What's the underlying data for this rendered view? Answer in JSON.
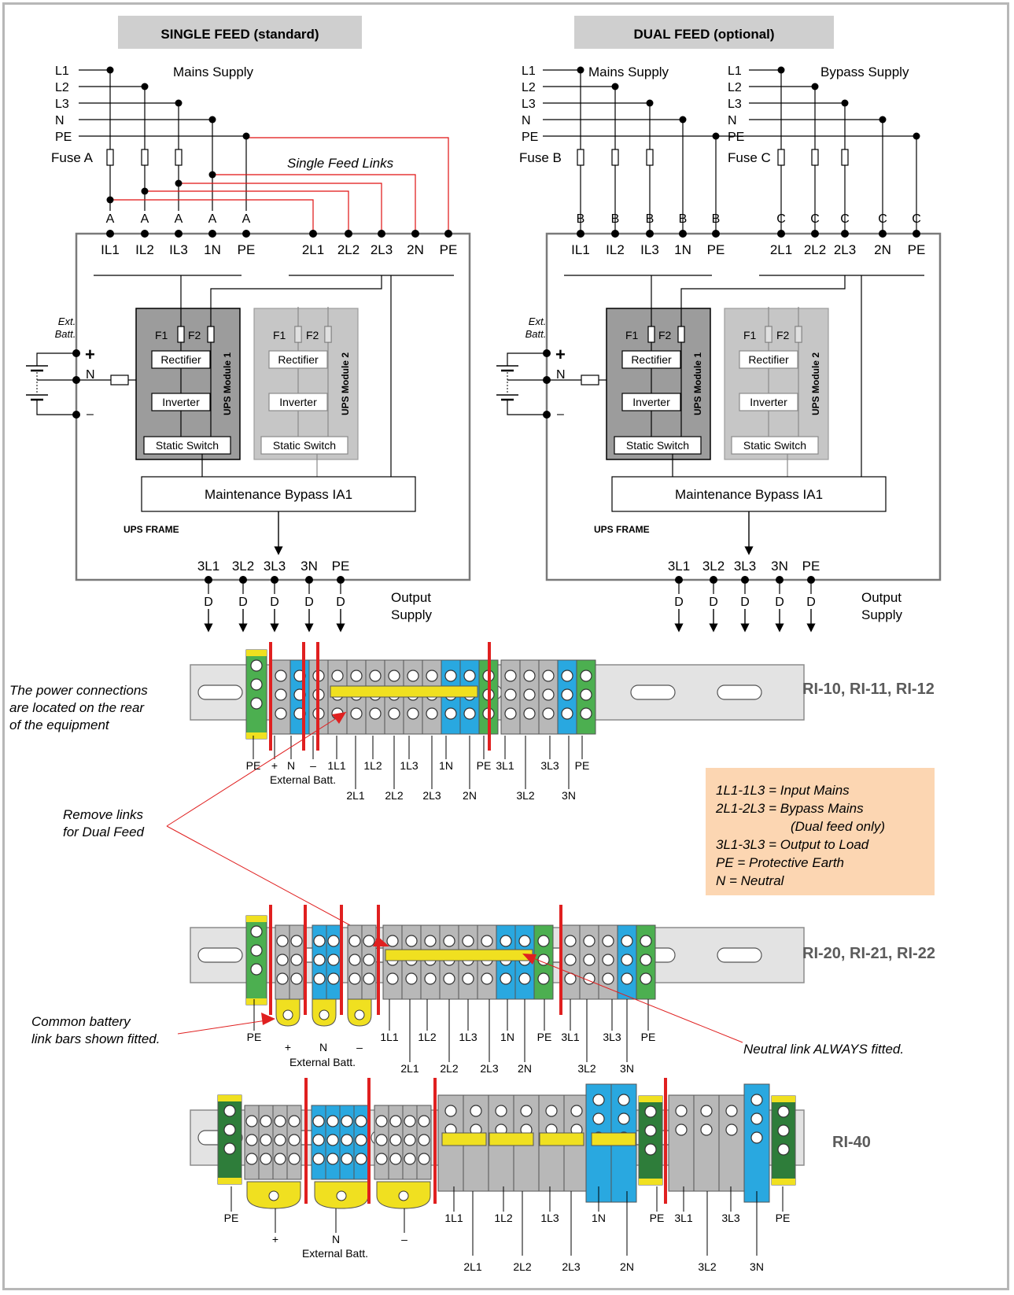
{
  "single": {
    "header": "SINGLE FEED (standard)",
    "supply": "Mains Supply",
    "lines": [
      "L1",
      "L2",
      "L3",
      "N",
      "PE"
    ],
    "fuse": "Fuse A",
    "links": "Single Feed Links",
    "tag": "A",
    "terms_in": [
      "IL1",
      "IL2",
      "IL3",
      "1N",
      "PE"
    ],
    "terms_byp": [
      "2L1",
      "2L2",
      "2L3",
      "2N",
      "PE"
    ]
  },
  "dual": {
    "header": "DUAL FEED (optional)",
    "supply_mains": "Mains Supply",
    "supply_bypass": "Bypass  Supply",
    "lines": [
      "L1",
      "L2",
      "L3",
      "N",
      "PE"
    ],
    "lines_byp": [
      "L1",
      "L2",
      "L3",
      "N",
      "PE"
    ],
    "fuse_b": "Fuse B",
    "fuse_c": "Fuse C",
    "tag_b": "B",
    "tag_c": "C",
    "terms_in": [
      "IL1",
      "IL2",
      "IL3",
      "1N",
      "PE"
    ],
    "terms_byp": [
      "2L1",
      "2L2",
      "2L3",
      "2N",
      "PE"
    ]
  },
  "frame": {
    "ext1": "Ext.",
    "ext2": "Batt.",
    "plus": "+",
    "n": "N",
    "minus": "–",
    "f1": "F1",
    "f2": "F2",
    "rectifier": "Rectifier",
    "inverter": "Inverter",
    "static_switch": "Static Switch",
    "module1": "UPS Module 1",
    "module2": "UPS Module 2",
    "bypass": "Maintenance Bypass  IA1",
    "label": "UPS FRAME",
    "out_terms": [
      "3L1",
      "3L2",
      "3L3",
      "3N",
      "PE"
    ],
    "out_tag": "D",
    "out1": "Output",
    "out2": "Supply"
  },
  "rails": {
    "rail1_title": "RI-10, RI-11, RI-12",
    "rail2_title": "RI-20, RI-21, RI-22",
    "rail3_title": "RI-40",
    "rear_note": [
      "The power connections",
      "are located on the rear",
      "of the equipment"
    ],
    "remove_links": [
      "Remove links",
      "for Dual Feed"
    ],
    "battery_note": [
      "Common battery",
      "link bars shown fitted."
    ],
    "neutral_note": "Neutral link ALWAYS fitted.",
    "ext_batt": "External Batt.",
    "legend": [
      "1L1-1L3 = Input Mains",
      "2L1-2L3 = Bypass Mains",
      "(Dual feed only)",
      "3L1-3L3 = Output to Load",
      "PE = Protective Earth",
      "N = Neutral"
    ],
    "r1_top": [
      "PE",
      "+",
      "N",
      "–",
      "1L1",
      "1L2",
      "1L3",
      "1N",
      "PE",
      "3L1",
      "3L3",
      "PE"
    ],
    "r1_bot": [
      "2L1",
      "2L2",
      "2L3",
      "2N",
      "3L2",
      "3N"
    ],
    "r2_top": [
      "PE",
      "1L1",
      "1L2",
      "1L3",
      "1N",
      "PE",
      "3L1",
      "3L3",
      "PE"
    ],
    "r2_bat": [
      "+",
      "N",
      "–"
    ],
    "r2_bot": [
      "2L1",
      "2L2",
      "2L3",
      "2N",
      "3L2",
      "3N"
    ],
    "r3_top": [
      "PE",
      "1L1",
      "1L2",
      "1L3",
      "1N",
      "PE",
      "3L1",
      "3L3",
      "PE"
    ],
    "r3_bat": [
      "+",
      "N",
      "–"
    ],
    "r3_bot": [
      "2L1",
      "2L2",
      "2L3",
      "2N",
      "3L2",
      "3N"
    ]
  }
}
